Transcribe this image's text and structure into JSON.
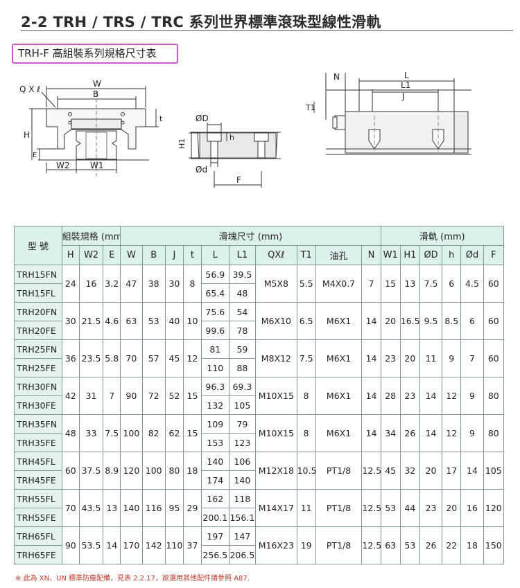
{
  "header": {
    "title": "2-2 TRH / TRS / TRC 系列世界標準滾珠型線性滑軌",
    "subtitle": "TRH-F 高組裝系列規格尺寸表"
  },
  "drawing_labels": {
    "qxl": "Q X ℓ",
    "w": "W",
    "b": "B",
    "t": "t",
    "h": "H",
    "e": "E",
    "w2": "W2",
    "w1": "W1",
    "od": "ØD",
    "h_small": "h",
    "h1": "H1",
    "od_small": "Ød",
    "f": "F",
    "n": "N",
    "l": "L",
    "l1": "L1",
    "j": "J",
    "t1": "T1"
  },
  "table": {
    "model_header": "型 號",
    "group_headers": [
      "組裝規格 (mm)",
      "滑塊尺寸 (mm)",
      "滑軌 (mm)"
    ],
    "sub_headers": [
      "H",
      "W2",
      "E",
      "W",
      "B",
      "J",
      "t",
      "L",
      "L1",
      "QXℓ",
      "T1",
      "油孔",
      "N",
      "W1",
      "H1",
      "ØD",
      "h",
      "Ød",
      "F"
    ],
    "groups": [
      {
        "m1": "TRH15FN",
        "m2": "TRH15FL",
        "H": "24",
        "W2": "16",
        "E": "3.2",
        "W": "47",
        "B": "38",
        "J": "30",
        "t": "8",
        "L1a": "56.9",
        "L1b": "39.5",
        "L2a": "65.4",
        "L2b": "48",
        "QXl": "M5X8",
        "T1": "5.5",
        "oil": "M4X0.7",
        "N": "7",
        "W1": "15",
        "H1": "13",
        "OD": "7.5",
        "h": "6",
        "Od": "4.5",
        "F": "60"
      },
      {
        "m1": "TRH20FN",
        "m2": "TRH20FE",
        "H": "30",
        "W2": "21.5",
        "E": "4.6",
        "W": "63",
        "B": "53",
        "J": "40",
        "t": "10",
        "L1a": "75.6",
        "L1b": "54",
        "L2a": "99.6",
        "L2b": "78",
        "QXl": "M6X10",
        "T1": "6.5",
        "oil": "M6X1",
        "N": "14",
        "W1": "20",
        "H1": "16.5",
        "OD": "9.5",
        "h": "8.5",
        "Od": "6",
        "F": "60"
      },
      {
        "m1": "TRH25FN",
        "m2": "TRH25FE",
        "H": "36",
        "W2": "23.5",
        "E": "5.8",
        "W": "70",
        "B": "57",
        "J": "45",
        "t": "12",
        "L1a": "81",
        "L1b": "59",
        "L2a": "110",
        "L2b": "88",
        "QXl": "M8X12",
        "T1": "7.5",
        "oil": "M6X1",
        "N": "14",
        "W1": "23",
        "H1": "20",
        "OD": "11",
        "h": "9",
        "Od": "7",
        "F": "60"
      },
      {
        "m1": "TRH30FN",
        "m2": "TRH30FE",
        "H": "42",
        "W2": "31",
        "E": "7",
        "W": "90",
        "B": "72",
        "J": "52",
        "t": "15",
        "L1a": "96.3",
        "L1b": "69.3",
        "L2a": "132",
        "L2b": "105",
        "QXl": "M10X15",
        "T1": "8",
        "oil": "M6X1",
        "N": "14",
        "W1": "28",
        "H1": "23",
        "OD": "14",
        "h": "12",
        "Od": "9",
        "F": "80"
      },
      {
        "m1": "TRH35FN",
        "m2": "TRH35FE",
        "H": "48",
        "W2": "33",
        "E": "7.5",
        "W": "100",
        "B": "82",
        "J": "62",
        "t": "15",
        "L1a": "109",
        "L1b": "79",
        "L2a": "153",
        "L2b": "123",
        "QXl": "M10X15",
        "T1": "8",
        "oil": "M6X1",
        "N": "14",
        "W1": "34",
        "H1": "26",
        "OD": "14",
        "h": "12",
        "Od": "9",
        "F": "80"
      },
      {
        "m1": "TRH45FL",
        "m2": "TRH45FE",
        "H": "60",
        "W2": "37.5",
        "E": "8.9",
        "W": "120",
        "B": "100",
        "J": "80",
        "t": "18",
        "L1a": "140",
        "L1b": "106",
        "L2a": "174",
        "L2b": "140",
        "QXl": "M12X18",
        "T1": "10.5",
        "oil": "PT1/8",
        "N": "12.5",
        "W1": "45",
        "H1": "32",
        "OD": "20",
        "h": "17",
        "Od": "14",
        "F": "105"
      },
      {
        "m1": "TRH55FL",
        "m2": "TRH55FE",
        "H": "70",
        "W2": "43.5",
        "E": "13",
        "W": "140",
        "B": "116",
        "J": "95",
        "t": "29",
        "L1a": "162",
        "L1b": "118",
        "L2a": "200.1",
        "L2b": "156.1",
        "QXl": "M14X17",
        "T1": "11",
        "oil": "PT1/8",
        "N": "12.5",
        "W1": "53",
        "H1": "44",
        "OD": "23",
        "h": "20",
        "Od": "16",
        "F": "120"
      },
      {
        "m1": "TRH65FL",
        "m2": "TRH65FE",
        "H": "90",
        "W2": "53.5",
        "E": "14",
        "W": "170",
        "B": "142",
        "J": "110",
        "t": "37",
        "L1a": "197",
        "L1b": "147",
        "L2a": "256.5",
        "L2b": "206.5",
        "QXl": "M16X23",
        "T1": "19",
        "oil": "PT1/8",
        "N": "12.5",
        "W1": "63",
        "H1": "53",
        "OD": "26",
        "h": "22",
        "Od": "18",
        "F": "150"
      }
    ]
  },
  "footnote": "※ 此為 XN、UN 標準防塵配備，見表 2.2.17，欲選用其他配件請參照 A87."
}
